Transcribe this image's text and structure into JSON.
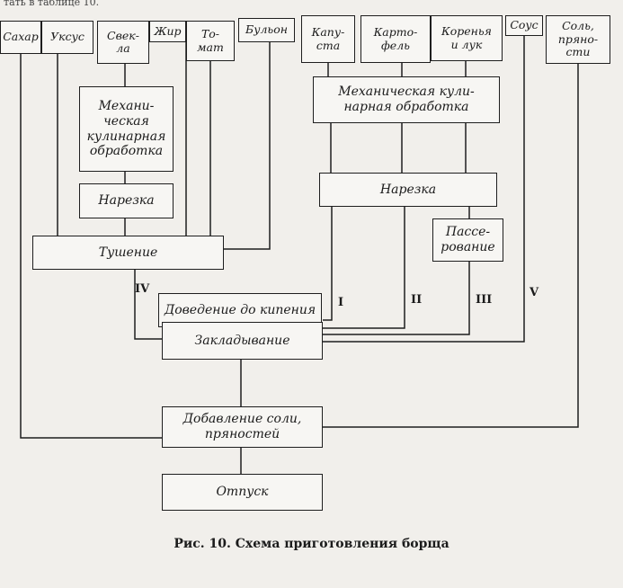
{
  "header_fragment": "тать в таблице 10.",
  "caption": "Рис. 10. Схема приготовления борща",
  "ingredients": {
    "sugar": "Сахар",
    "vinegar": "Уксус",
    "beet": "Свек-\nла",
    "fat": "Жир",
    "tomato": "То-\nмат",
    "broth": "Бульон",
    "cabbage": "Капу-\nста",
    "potato": "Карто-\nфель",
    "roots_onion": "Коренья\nи лук",
    "sauce": "Соус",
    "salt_spices": "Соль,\nпряно-\nсти"
  },
  "steps": {
    "mech_beet": "Механи-\nческая\nкулинарная\nобработка",
    "cut_beet": "Нарезка",
    "stewing": "Тушение",
    "mech_veg": "Механическая кули-\nнарная обработка",
    "cut_veg": "Нарезка",
    "passing": "Пассе-\nрование",
    "boil": "Доведение до кипения",
    "laying": "Закладывание",
    "add_salt": "Добавление соли,\nпряностей",
    "serving": "Отпуск"
  },
  "stage_labels": [
    "IV",
    "I",
    "II",
    "III",
    "V"
  ]
}
